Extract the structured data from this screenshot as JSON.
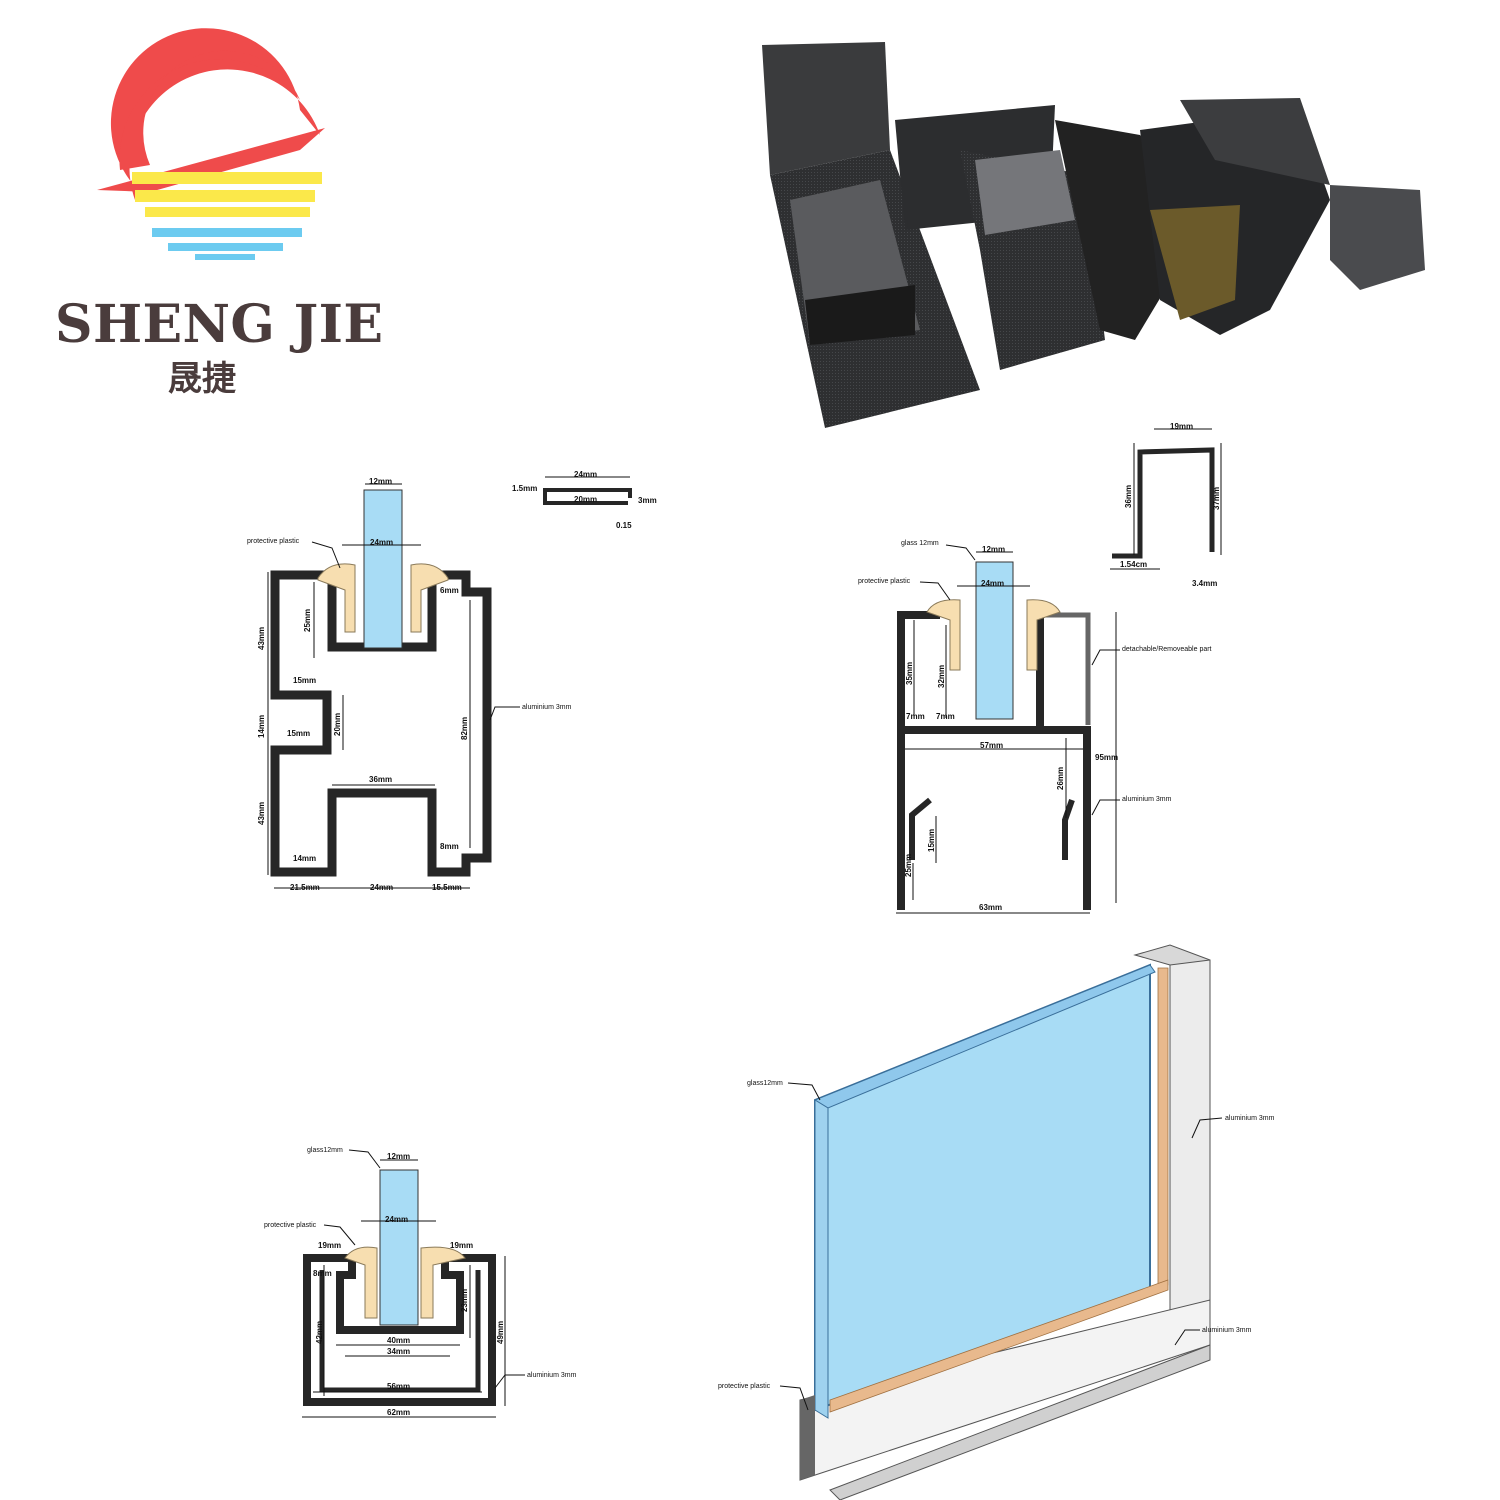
{
  "logo": {
    "brand_name": "SHENG JIE",
    "chinese_name": "晟捷"
  },
  "colors": {
    "logo_red": "#ef4b4b",
    "logo_yellow": "#fbe84a",
    "logo_blue": "#6ccbf0",
    "glass": "#a8dcf5",
    "plastic": "#f7deb0",
    "aluminium": "#262626"
  },
  "diagram1": {
    "glass_width": "12mm",
    "plastic_span": "24mm",
    "protective_plastic": "protective plastic",
    "channel_depth": "25mm",
    "lip": "6mm",
    "upper_height": "43mm",
    "notch_top": "15mm",
    "notch_height": "14mm",
    "notch_bottom": "15mm",
    "notch_depth": "20mm",
    "total_height": "82mm",
    "aluminium": "aluminium 3mm",
    "lower_box_width": "36mm",
    "lower_height": "43mm",
    "foot_left": "14mm",
    "foot_right": "8mm",
    "base_left": "21.5mm",
    "base_mid": "24mm",
    "base_right": "15.5mm",
    "cap": {
      "width": "24mm",
      "thickness": "1.5mm",
      "inner": "20mm",
      "height": "3mm",
      "tolerance": "0.15"
    }
  },
  "diagram2": {
    "clip": {
      "width": "19mm",
      "left_height": "36mm",
      "right_height": "37mm",
      "foot": "1.54cm",
      "lip": "3.4mm"
    },
    "glass": "glass 12mm",
    "glass_width": "12mm",
    "protective_plastic": "protective plastic",
    "plastic_span": "24mm",
    "detachable": "detachable/Removeable part",
    "left_depth": "35mm",
    "inner_depth": "32mm",
    "gap1": "7mm",
    "gap2": "7mm",
    "inner_width": "57mm",
    "total_height": "95mm",
    "right_leg": "26mm",
    "aluminium": "aluminium 3mm",
    "hook": "15mm",
    "left_leg": "25mm",
    "total_width": "63mm"
  },
  "diagram3": {
    "glass": "glass12mm",
    "glass_width": "12mm",
    "protective_plastic": "protective plastic",
    "plastic_span": "24mm",
    "lip_left": "19mm",
    "lip_right": "19mm",
    "wall": "8mm",
    "channel_depth": "23mm",
    "inner_height": "42mm",
    "total_height": "49mm",
    "channel_outer": "40mm",
    "channel_inner": "34mm",
    "aluminium": "aluminium 3mm",
    "inner_width": "56mm",
    "total_width": "62mm"
  },
  "diagram4": {
    "glass": "glass12mm",
    "aluminium_side": "aluminium 3mm",
    "aluminium_bottom": "aluminium 3mm",
    "protective_plastic": "protective plastic"
  }
}
